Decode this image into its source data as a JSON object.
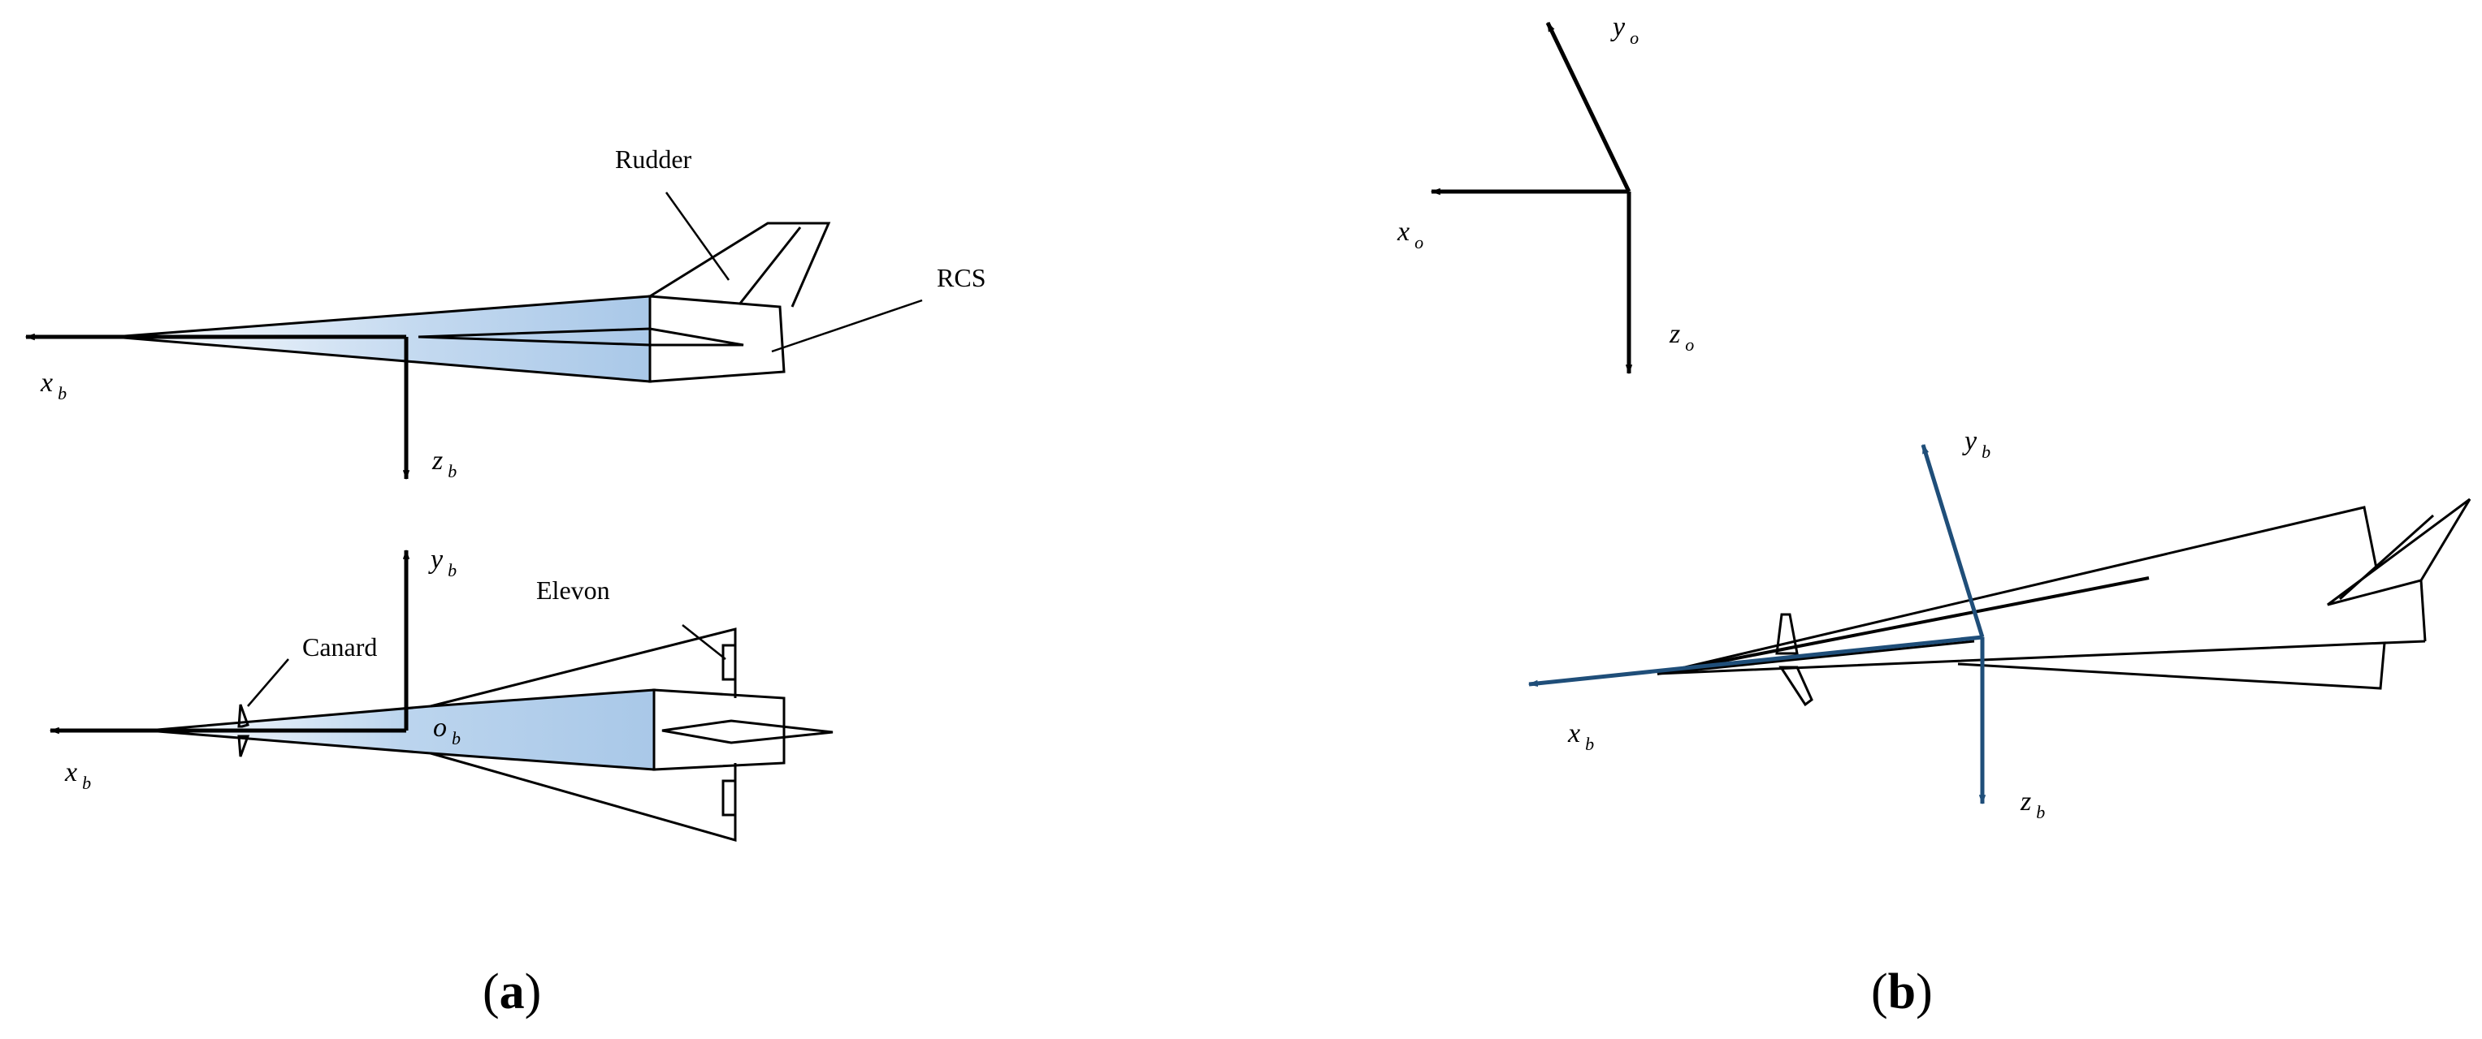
{
  "panel_a": {
    "caption_open": "(",
    "caption_letter": "a",
    "caption_close": ")",
    "side_view": {
      "x_axis": {
        "base": "x",
        "sub": "b"
      },
      "z_axis": {
        "base": "z",
        "sub": "b"
      },
      "rudder_label": "Rudder",
      "rcs_label": "RCS"
    },
    "top_view": {
      "x_axis": {
        "base": "x",
        "sub": "b"
      },
      "y_axis": {
        "base": "y",
        "sub": "b"
      },
      "origin": {
        "base": "o",
        "sub": "b"
      },
      "canard_label": "Canard",
      "elevon_label": "Elevon"
    }
  },
  "panel_b": {
    "caption_open": "(",
    "caption_letter": "b",
    "caption_close": ")",
    "ground_frame": {
      "x_axis": {
        "base": "x",
        "sub": "o"
      },
      "y_axis": {
        "base": "y",
        "sub": "o"
      },
      "z_axis": {
        "base": "z",
        "sub": "o"
      }
    },
    "body_frame": {
      "x_axis": {
        "base": "x",
        "sub": "b"
      },
      "y_axis": {
        "base": "y",
        "sub": "b"
      },
      "z_axis": {
        "base": "z",
        "sub": "b"
      }
    }
  },
  "colors": {
    "fuselage_fill_light": "#ffffff",
    "fuselage_fill_dark": "#a9c8e8",
    "body_axis": "#1f4e79",
    "line": "#000000"
  }
}
